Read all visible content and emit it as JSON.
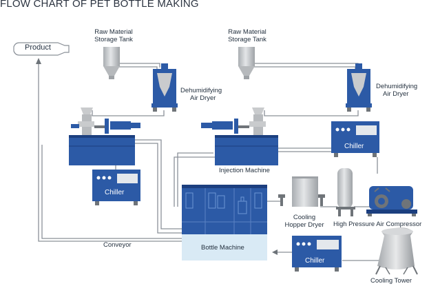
{
  "title": "FLOW CHART OF PET BOTTLE MAKING",
  "labels": {
    "product": "Product",
    "raw_tank_left": [
      "Raw Material",
      "Storage Tank"
    ],
    "raw_tank_right": [
      "Raw Material",
      "Storage Tank"
    ],
    "dryer_left": [
      "Dehumidifying",
      "Air Dryer"
    ],
    "dryer_right": [
      "Dehumidifying",
      "Air Dryer"
    ],
    "chiller": "Chiller",
    "injection_machine": "Injection Machine",
    "cooling_hopper_dryer": [
      "Cooling",
      "Hopper Dryer"
    ],
    "compressor": "High Pressure Air Compressor",
    "conveyor": "Conveyor",
    "bottle_machine": "Bottle Machine",
    "cooling_tower": "Cooling Tower"
  },
  "colors": {
    "machine_blue": "#2c5aa6",
    "machine_dark": "#1c3f7f",
    "pipe": "#8a9098",
    "tank_gray": "#c9cbcd",
    "bottle_area": "#d9eaf5",
    "text": "#24313f"
  }
}
